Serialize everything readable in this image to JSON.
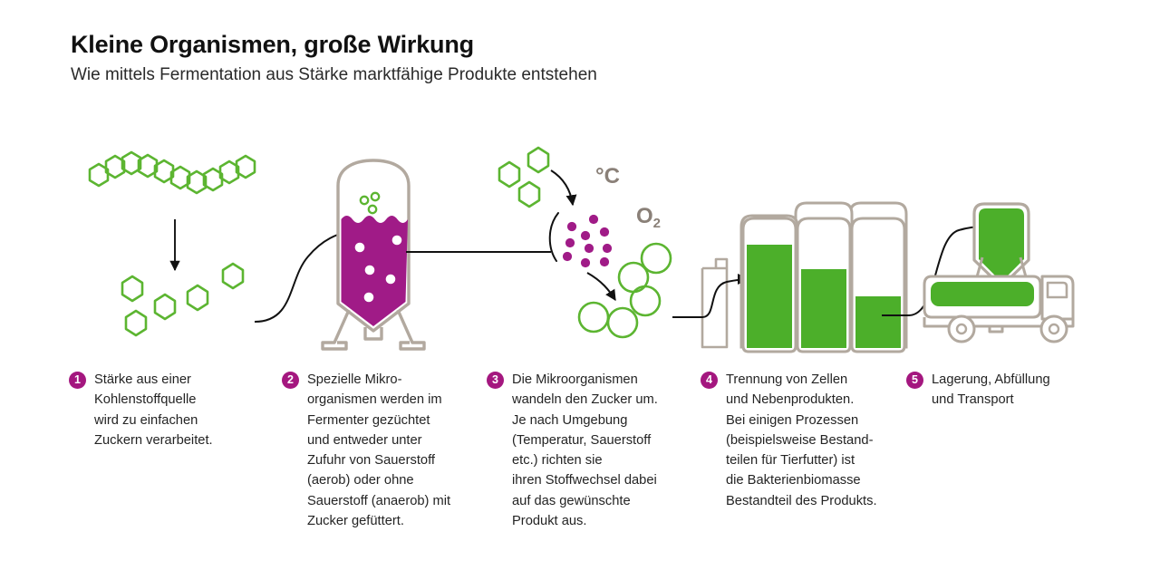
{
  "header": {
    "title": "Kleine Organismen, große Wirkung",
    "subtitle": "Wie mittels Fermentation aus Stärke marktfähige Produkte entstehen"
  },
  "colors": {
    "magenta": "#A4177F",
    "magenta_fill": "#A01B87",
    "green_outline": "#5CB531",
    "green_fill": "#4CAF2A",
    "grey_outline": "#B2A99F",
    "grey_label": "#8A8078",
    "arrow": "#111111",
    "text": "#242424"
  },
  "illustration": {
    "labels": [
      {
        "id": "temperature-label",
        "text": "°C"
      },
      {
        "id": "oxygen-label",
        "text": "O₂"
      }
    ],
    "scene_1": {
      "name": "starch-to-sugar",
      "description": "Kette aus verknüpften Sechsecken (Stärke) mit Pfeil nach unten zu einzelnen Sechsecken (Zucker)",
      "chain_units": 10,
      "free_units": 5
    },
    "scene_2": {
      "name": "fermenter",
      "description": "Fermenterbehälter mit magentafarbener Flüssigkeit und Zuckerzufuhr",
      "fill_color": "#A01B87",
      "bubbles": 5,
      "inlet_sugars": 3
    },
    "scene_3": {
      "name": "metabolism",
      "description": "Zucker werden von Mikroorganismen zu Produkt umgewandelt",
      "sugar_units": 3,
      "microbe_dots": 10,
      "product_cells": 5
    },
    "scene_4": {
      "name": "separation-tanks",
      "description": "Drei Lagertanks mit unterschiedlichen Füllständen",
      "tanks": [
        {
          "label": "tank-1",
          "fill_percent": 88
        },
        {
          "label": "tank-2",
          "fill_percent": 62
        },
        {
          "label": "tank-3",
          "fill_percent": 38
        }
      ]
    },
    "scene_5": {
      "name": "storage-and-transport",
      "description": "Silo und Tanklastwagen für Lagerung, Abfüllung und Transport",
      "silo_fill_percent": 100,
      "truck_tank_fill_percent": 100
    }
  },
  "captions": [
    {
      "number": "1",
      "name": "starch-step",
      "text": "Stärke aus einer\nKohlenstoffquelle\nwird zu einfachen\nZuckern verarbeitet."
    },
    {
      "number": "2",
      "name": "fermenter-step",
      "text": "Spezielle Mikro-\norganismen werden im\nFermenter gezüchtet\nund entweder unter\nZufuhr von Sauerstoff\n(aerob) oder ohne\nSauerstoff (anaerob) mit\nZucker gefüttert."
    },
    {
      "number": "3",
      "name": "metabolism-step",
      "text": "Die Mikroorganismen\nwandeln den Zucker um.\nJe nach Umgebung\n(Temperatur, Sauerstoff\netc.) richten sie\nihren Stoffwechsel dabei\nauf das gewünschte\nProdukt aus."
    },
    {
      "number": "4",
      "name": "separation-step",
      "text": "Trennung von Zellen\nund Nebenprodukten.\nBei einigen Prozessen\n(beispielsweise Bestand-\nteilen für Tierfutter) ist\ndie Bakterienbiomasse\nBestandteil des Produkts."
    },
    {
      "number": "5",
      "name": "storage-step",
      "text": "Lagerung, Abfüllung\nund Transport"
    }
  ]
}
